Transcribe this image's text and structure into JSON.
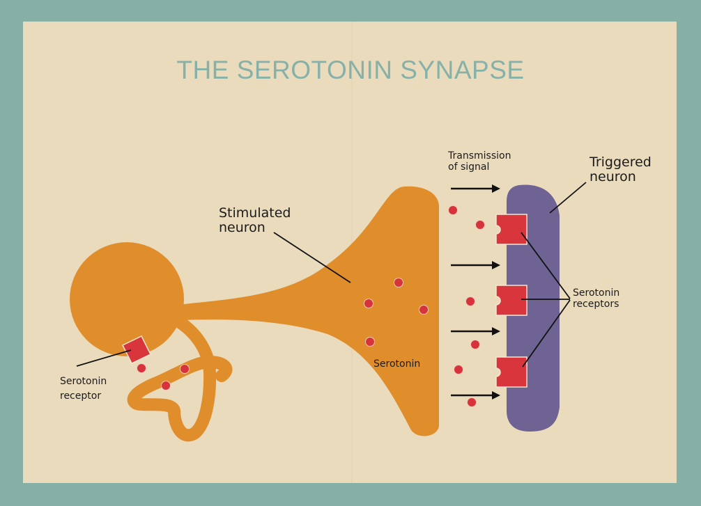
{
  "title": "THE SEROTONIN SYNAPSE",
  "colors": {
    "frame": "#86b0a6",
    "paper": "#eadbbd",
    "stimulated_neuron": "#e08e2c",
    "triggered_neuron": "#6e6393",
    "serotonin": "#d6333a",
    "receptor": "#d8353c",
    "title": "#86b1a8"
  },
  "labels": {
    "stimulated_neuron": [
      "Stimulated",
      "neuron"
    ],
    "triggered_neuron": [
      "Triggered",
      "neuron"
    ],
    "transmission": [
      "Transmission",
      "of signal"
    ],
    "serotonin_receptors": [
      "Serotonin",
      "receptors"
    ],
    "serotonin_receptor": [
      "Serotonin",
      "receptor"
    ],
    "serotonin": "Serotonin"
  }
}
